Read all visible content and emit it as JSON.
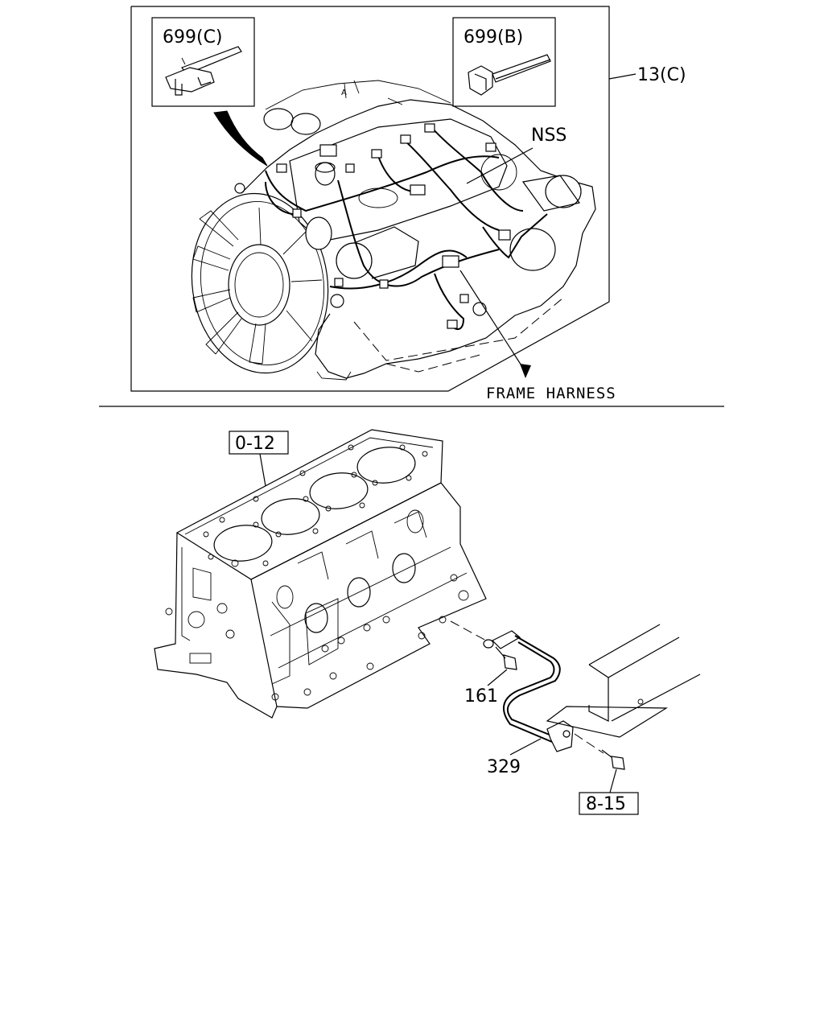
{
  "engine_view": {
    "callouts": {
      "clip_c": "699(C)",
      "clip_b": "699(B)",
      "harness_ref": "13(C)",
      "nss": "NSS",
      "frame_harness": "FRAME HARNESS"
    }
  },
  "block_view": {
    "callouts": {
      "block_ref": "0-12",
      "bolt": "161",
      "sensor_harness": "329",
      "frame_ref": "8-15"
    }
  }
}
